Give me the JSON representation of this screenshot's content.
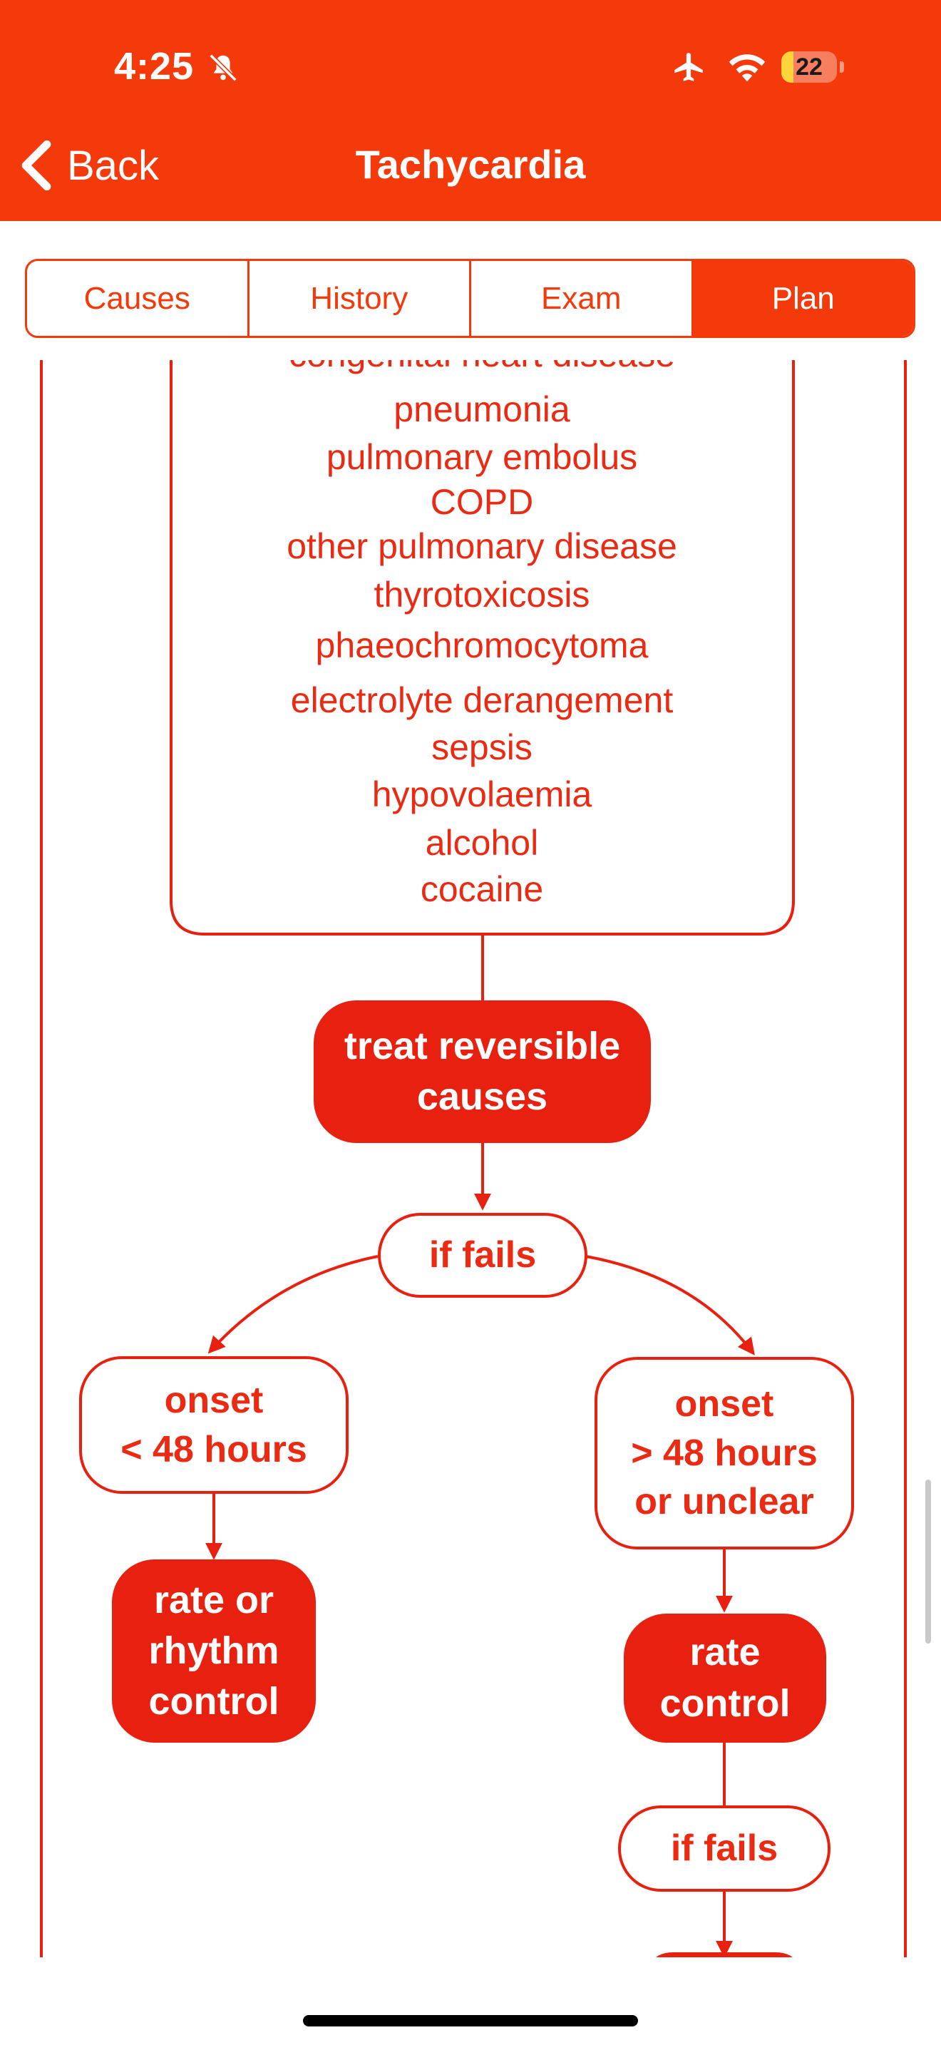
{
  "status_bar": {
    "time": "4:25",
    "battery_level": "22",
    "battery_fraction": 0.22,
    "icons": [
      "bell-slash-icon",
      "airplane-icon",
      "wifi-icon",
      "battery-icon"
    ]
  },
  "nav": {
    "back_label": "Back",
    "title": "Tachycardia"
  },
  "tabs": [
    {
      "label": "Causes",
      "active": false
    },
    {
      "label": "History",
      "active": false
    },
    {
      "label": "Exam",
      "active": false
    },
    {
      "label": "Plan",
      "active": true
    }
  ],
  "flowchart": {
    "causes_list": [
      "congenital heart disease",
      "pneumonia",
      "pulmonary embolus",
      "COPD",
      "other pulmonary disease",
      "thyrotoxicosis",
      "phaeochromocytoma",
      "electrolyte derangement",
      "sepsis",
      "hypovolaemia",
      "alcohol",
      "cocaine"
    ],
    "treat": "treat reversible causes",
    "if_fails_1": "if fails",
    "onset_short": "onset\n< 48 hours",
    "onset_long": "onset\n> 48 hours\nor unclear",
    "rate_or_rhythm": "rate or\nrhythm\ncontrol",
    "rate_control": "rate\ncontrol",
    "if_fails_2": "if fails"
  },
  "colors": {
    "accent": "#f4390b",
    "node_fill": "#e8200f",
    "text": "#ea2a12"
  }
}
